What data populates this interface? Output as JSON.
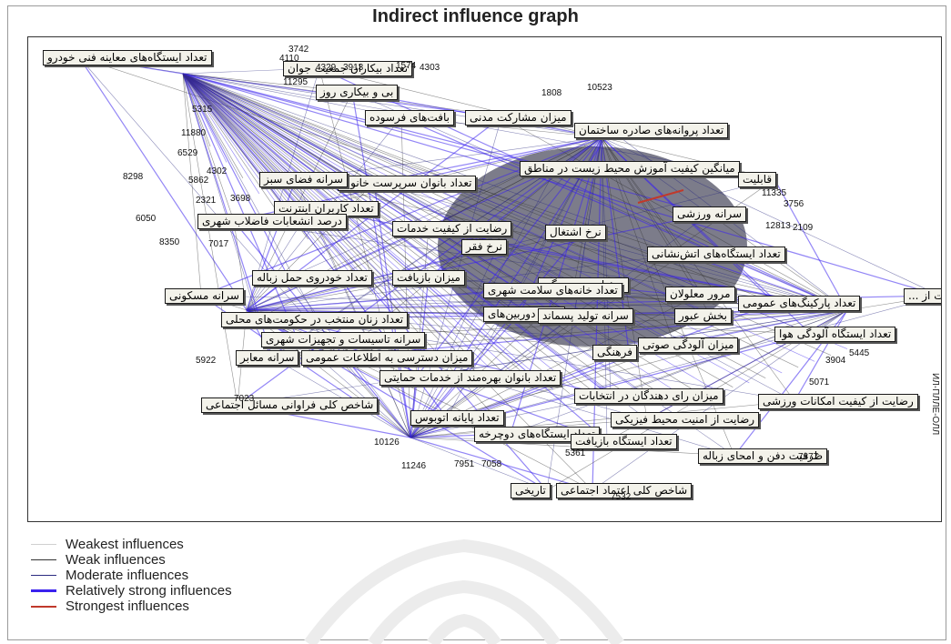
{
  "title": "Indirect influence graph",
  "side_text": "ИЛ-ПЛЛЕ-ОЛЛ",
  "colors": {
    "edge_weak": "#333333",
    "edge_moderate": "#2a2a80",
    "edge_strong": "#3a22ee",
    "edge_strongest": "#c0392b",
    "node_bg": "#f3f2ea"
  },
  "nodes": [
    "تعداد ایستگاه‌های معاینه فنی خودرو",
    "تعداد بیکاران جمعیت جوان",
    "بی و بیکاری روز",
    "میزان مشارکت مدنی",
    "بافت‌های فرسوده",
    "تعداد پروانه‌های صادره ساختمان",
    "میانگین کیفیت آموزش محیط زیست در مناطق",
    "قابلیت",
    "تعداد بانوان سرپرست خانوار",
    "سرانه فضای سبز",
    "تعداد کاربران اینترنت",
    "درصد انشعابات فاضلاب شهری",
    "سرانه ورزشی",
    "رضایت از کیفیت خدمات",
    "نرخ اشتغال",
    "نرخ فقر",
    "تعداد ایستگاه‌های اتش‌نشانی",
    "میزان بازیافت",
    "تعداد خودروی حمل زباله",
    "نرخ امید به زندگی",
    "سرانه مسکونی",
    "تعداد خانه‌های سلامت شهری",
    "مرور معلولان",
    "تعداد پارکینگ‌های عمومی",
    "رضایت از ...",
    "بخش عبور",
    "تعداد دوربین‌های",
    "سرانه تولید پسماند",
    "تعداد زنان منتخب در حکومت‌های محلی",
    "تعداد ایستگاه آلودگی هوا",
    "سرانه تاسیسات و تجهیزات شهری",
    "میزان آلودگی صوتی",
    "فرهنگی",
    "سرانه معابر",
    "میزان دسترسی به اطلاعات عمومی",
    "تعداد بانوان بهره‌مند از خدمات حمایتی",
    "میزان رای دهندگان در انتخابات",
    "رضایت از کیفیت امکانات ورزشی",
    "شاخص کلی فراوانی مسائل اجتماعی",
    "تعداد پایانه اتوبوس",
    "رضایت از امنیت محیط فیزیکی",
    "تعداد ایستگاه‌های دوچرخه",
    "تعداد ایستگاه بازیافت",
    "ظرفیت دفن و امحای زباله",
    "شاخص کلی اعتماد اجتماعی",
    "تاریخی"
  ],
  "edge_labels": [
    "3742",
    "4110",
    "4329",
    "3913",
    "1574",
    "4303",
    "10523",
    "1808",
    "11295",
    "5315",
    "11880",
    "6529",
    "4302",
    "5862",
    "8298",
    "2321",
    "6050",
    "3698",
    "8350",
    "7017",
    "5922",
    "7023",
    "10126",
    "11246",
    "7951",
    "7377",
    "5445",
    "3904",
    "11335",
    "3756",
    "12813",
    "2109",
    "5071",
    "5361",
    "7058",
    "7532"
  ],
  "legend": [
    {
      "label": "Weakest influences",
      "color": "#d0d0d0"
    },
    {
      "label": "Weak influences",
      "color": "#333333"
    },
    {
      "label": "Moderate influences",
      "color": "#2a2a80"
    },
    {
      "label": "Relatively strong influences",
      "color": "#3a22ee"
    },
    {
      "label": "Strongest influences",
      "color": "#c0392b"
    }
  ]
}
